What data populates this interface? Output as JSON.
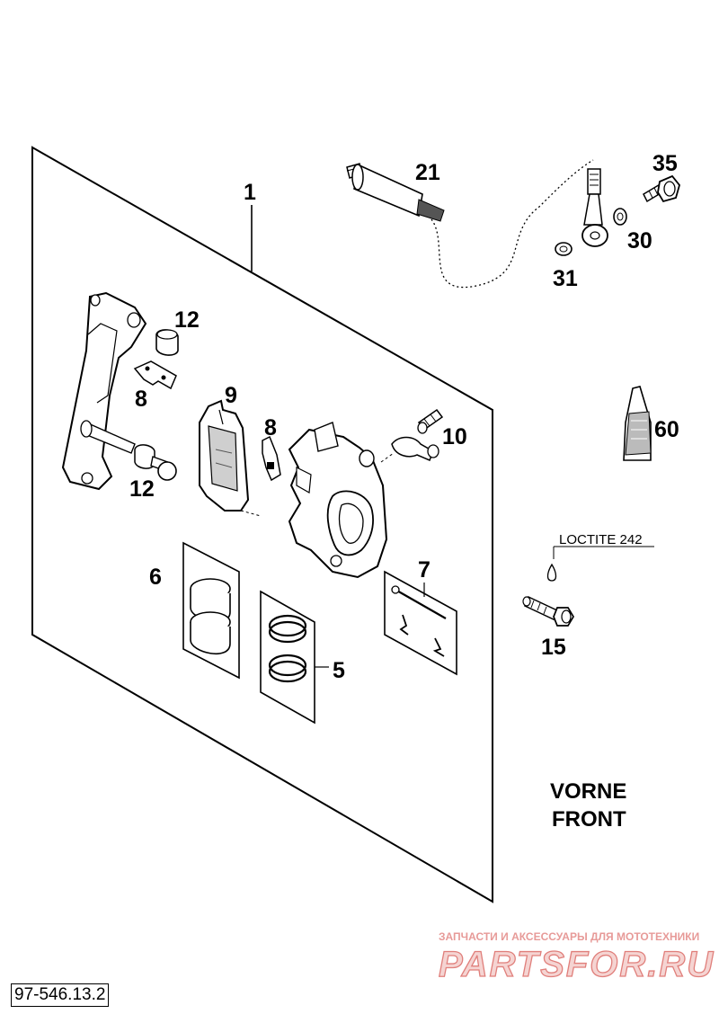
{
  "callouts": {
    "c1": "1",
    "c21": "21",
    "c35": "35",
    "c30": "30",
    "c31": "31",
    "c12a": "12",
    "c8a": "8",
    "c9": "9",
    "c8b": "8",
    "c10": "10",
    "c12b": "12",
    "c60": "60",
    "c6": "6",
    "c7": "7",
    "c5": "5",
    "c15": "15"
  },
  "loctite_label": "LOCTITE 242",
  "direction": {
    "line1": "VORNE",
    "line2": "FRONT"
  },
  "watermark": {
    "tagline": "ЗАПЧАСТИ И АКСЕССУАРЫ ДЛЯ МОТОТЕХНИКИ",
    "brand": "PARTSFOR.RU"
  },
  "document_id": "97-546.13.2",
  "colors": {
    "ink": "#000000",
    "paper": "#ffffff",
    "watermark": "#e07f7b"
  }
}
